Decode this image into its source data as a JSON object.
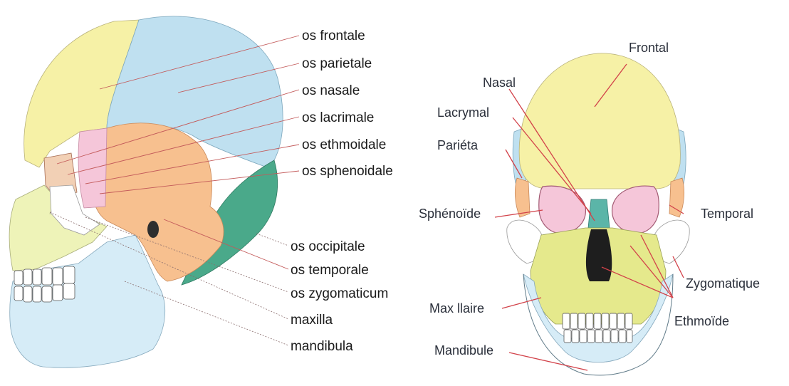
{
  "left_diagram": {
    "labels": [
      "os frontale",
      "os parietale",
      "os nasale",
      "os lacrimale",
      "os ethmoidale",
      "os sphenoidale",
      "os occipitale",
      "os temporale",
      "os zygomaticum",
      "maxilla",
      "mandibula"
    ]
  },
  "right_diagram": {
    "labels": {
      "frontal": "Frontal",
      "nasal": "Nasal",
      "lacrymal": "Lacrymal",
      "parieta": "Pariéta",
      "sphenoide": "Sphénoïde",
      "temporal": "Temporal",
      "zygomatique": "Zygomatique",
      "maxillaire": "Max llaire",
      "ethmoide": "Ethmoïde",
      "mandibule": "Mandibule"
    }
  },
  "colors": {
    "frontal": "#f6f1a6",
    "parietal": "#bfe0f0",
    "occipital": "#4aa98a",
    "temporal": "#f7c08f",
    "sphenoid": "#f5c6d9",
    "maxilla": "#e5e98c",
    "mandible": "#d6ecf7",
    "zygomatic": "#ffffff",
    "leader_right": "#d2424a",
    "leader_left": "#c35a5a"
  }
}
